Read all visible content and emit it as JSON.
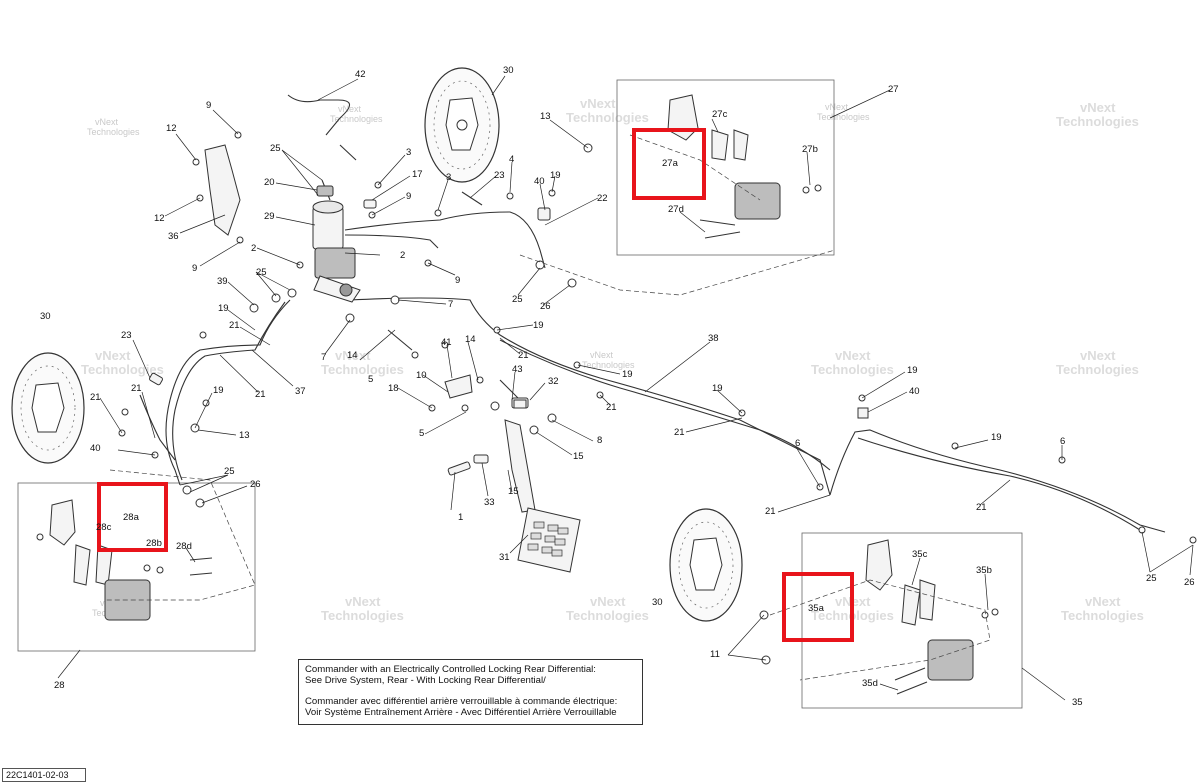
{
  "drawing_code": "22C1401-02-03",
  "watermark": {
    "line1": "vNext",
    "line2": "Technologies"
  },
  "note": {
    "line1": "Commander with an Electrically Controlled Locking Rear Differential:",
    "line2": "See Drive System, Rear - With Locking Rear Differential/",
    "line3": "Commander avec différentiel arrière verrouillable à commande électrique:",
    "line4": "Voir Système Entraînement Arrière - Avec Différentiel Arrière Verrouillable"
  },
  "callouts": {
    "c42": "42",
    "c9a": "9",
    "c12a": "12",
    "c25a": "25",
    "c20": "20",
    "c29": "29",
    "c36": "36",
    "c12b": "12",
    "c9b": "9",
    "c3a": "3",
    "c17": "17",
    "c9c": "9",
    "c3b": "3",
    "c23a": "23",
    "c4": "4",
    "c40a": "40",
    "c19a": "19",
    "c13a": "13",
    "c22": "22",
    "c30a": "30",
    "c27": "27",
    "c27c": "27c",
    "c27a": "27a",
    "c27b": "27b",
    "c27d": "27d",
    "c2a": "2",
    "c2b": "2",
    "c39": "39",
    "c25b": "25",
    "c9d": "9",
    "c7a": "7",
    "c25c": "25",
    "c26a": "26",
    "c19b": "19",
    "c19c": "19",
    "c21a": "21",
    "c7b": "7",
    "c14a": "14",
    "c41": "41",
    "c14b": "14",
    "c21b": "21",
    "c38": "38",
    "c5a": "5",
    "c23b": "23",
    "c37": "37",
    "c21c": "21",
    "c18": "18",
    "c10": "10",
    "c43": "43",
    "c32": "32",
    "c19d": "19",
    "c21d": "21",
    "c30b": "30",
    "c21e": "21",
    "c19e": "19",
    "c19f": "19",
    "c40b": "40",
    "c5b": "5",
    "c8": "8",
    "c15a": "15",
    "c6a": "6",
    "c21f": "21",
    "c19g": "19",
    "c6b": "6",
    "c21g": "21",
    "c21h": "21",
    "c40c": "40",
    "c13b": "13",
    "c25d": "25",
    "c26b": "26",
    "c28a": "28a",
    "c28c": "28c",
    "c28b": "28b",
    "c28d": "28d",
    "c28": "28",
    "c1": "1",
    "c33": "33",
    "c15b": "15",
    "c31": "31",
    "c30c": "30",
    "c11": "11",
    "c35a": "35a",
    "c35c": "35c",
    "c35b": "35b",
    "c35d": "35d",
    "c35": "35",
    "c25e": "25",
    "c26c": "26",
    "c30d": "30",
    "c21i": "21"
  }
}
